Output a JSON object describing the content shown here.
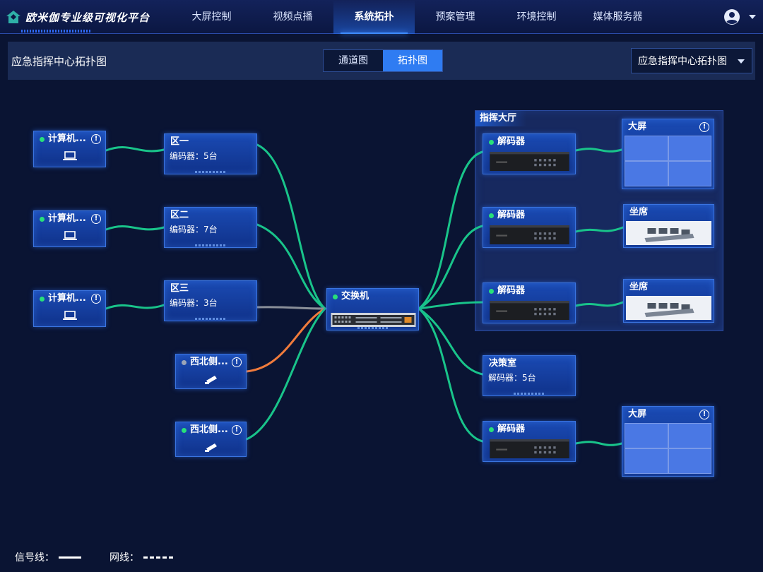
{
  "header": {
    "logo_text": "欧米伽专业级可视化平台",
    "nav": [
      "大屏控制",
      "视频点播",
      "系统拓扑",
      "预案管理",
      "环境控制",
      "媒体服务器"
    ],
    "active_nav": "系统拓扑"
  },
  "toolbar": {
    "title": "应急指挥中心拓扑图",
    "tabs": [
      "通道图",
      "拓扑图"
    ],
    "active_tab": "拓扑图",
    "select_value": "应急指挥中心拓扑图"
  },
  "topology": {
    "computers": [
      {
        "label": "计算机...",
        "status": "online"
      },
      {
        "label": "计算机...",
        "status": "online"
      },
      {
        "label": "计算机...",
        "status": "online"
      }
    ],
    "zones": [
      {
        "label": "区一",
        "detail": "编码器：5台"
      },
      {
        "label": "区二",
        "detail": "编码器：7台"
      },
      {
        "label": "区三",
        "detail": "编码器：3台"
      }
    ],
    "cameras": [
      {
        "label": "西北侧...",
        "status": "offline"
      },
      {
        "label": "西北侧...",
        "status": "online"
      }
    ],
    "switch": {
      "label": "交换机",
      "status": "online"
    },
    "group": {
      "label": "指挥大厅"
    },
    "decoders": [
      {
        "label": "解码器",
        "status": "online"
      },
      {
        "label": "解码器",
        "status": "online"
      },
      {
        "label": "解码器",
        "status": "online"
      },
      {
        "label": "解码器",
        "status": "online"
      }
    ],
    "displays": [
      {
        "label": "大屏"
      },
      {
        "label": "坐席"
      },
      {
        "label": "坐席"
      },
      {
        "label": "大屏"
      }
    ],
    "decision_room": {
      "label": "决策室",
      "detail": "解码器：5台"
    }
  },
  "legend": {
    "signal_label": "信号线：",
    "network_label": "网线："
  },
  "colors": {
    "background": "#0a1433",
    "link_green": "#19c48a",
    "link_gray": "#8a8f99",
    "link_orange": "#f07b3c",
    "accent_blue": "#2f7cf2"
  }
}
